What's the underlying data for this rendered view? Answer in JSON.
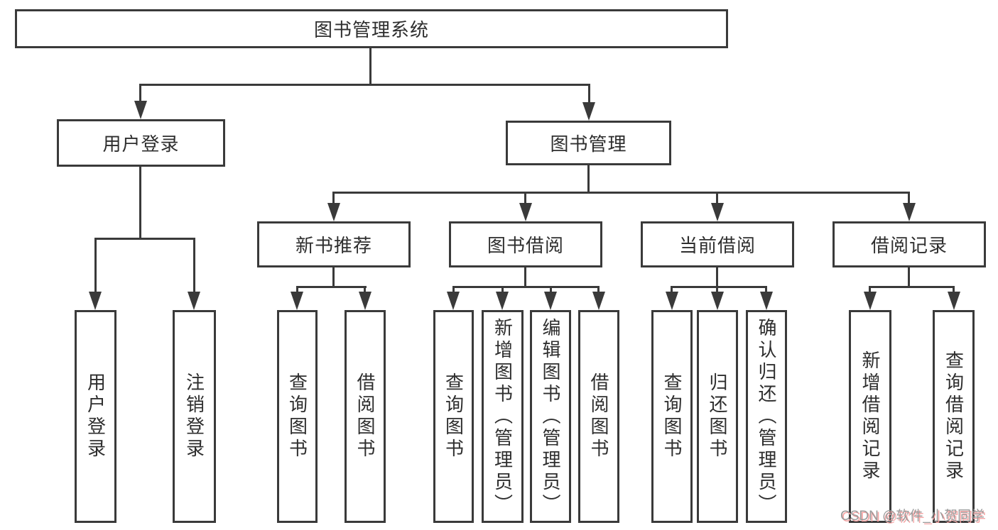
{
  "diagram": {
    "root": {
      "label": "图书管理系统"
    },
    "branches": [
      {
        "label": "用户登录",
        "children": [
          "用户登录",
          "注销登录"
        ]
      },
      {
        "label": "图书管理",
        "groups": [
          {
            "label": "新书推荐",
            "children": [
              "查询图书",
              "借阅图书"
            ]
          },
          {
            "label": "图书借阅",
            "children": [
              "查询图书",
              "新增图书（管理员）",
              "编辑图书（管理员）",
              "借阅图书"
            ]
          },
          {
            "label": "当前借阅",
            "children": [
              "查询图书",
              "归还图书",
              "确认归还（管理员）"
            ]
          },
          {
            "label": "借阅记录",
            "children": [
              "新增借阅记录",
              "查询借阅记录"
            ]
          }
        ]
      }
    ]
  },
  "watermark": {
    "text": "CSDN @软件_小贺同学",
    "text_color": "#9a9a9a",
    "shadow_color": "#f5a4a4"
  },
  "colors": {
    "line": "#3a3a3a",
    "text": "#2e2e2e",
    "background": "#ffffff"
  }
}
